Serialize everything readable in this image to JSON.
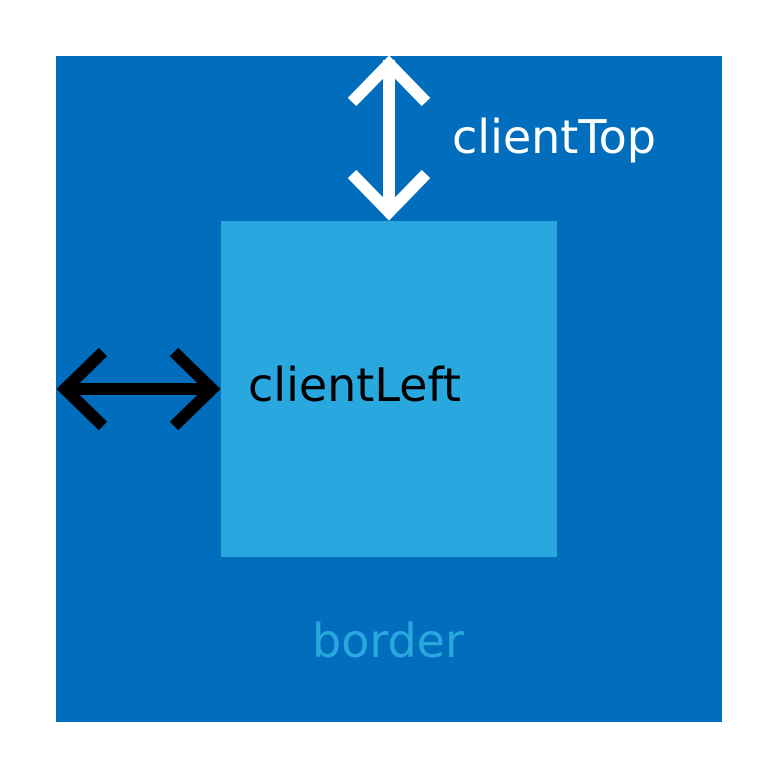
{
  "colors": {
    "border_region": "#006EBC",
    "client_area": "#29A8E0",
    "client_top_arrow": "#FFFFFF",
    "client_left_arrow": "#000000",
    "client_top_text": "#FFFFFF",
    "client_left_text": "#000000",
    "border_text": "#29A8E0"
  },
  "labels": {
    "client_top": "clientTop",
    "client_left": "clientLeft",
    "border": "border"
  },
  "icons": {
    "vertical_arrow": "double-headed-vertical-arrow",
    "horizontal_arrow": "double-headed-horizontal-arrow"
  }
}
